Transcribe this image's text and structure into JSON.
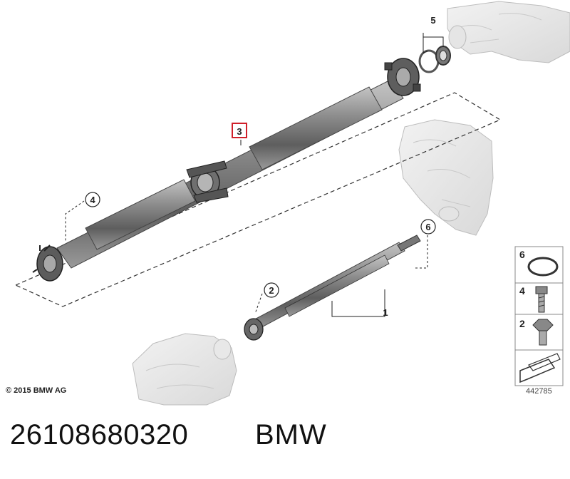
{
  "callouts": {
    "c1": "1",
    "c2": "2",
    "c3": "3",
    "c4": "4",
    "c5": "5",
    "c6": "6"
  },
  "legend": {
    "item_seal": "6",
    "item_bolt": "4",
    "item_nut": "2"
  },
  "copyright": "© 2015 BMW AG",
  "drawing_number": "442785",
  "caption": {
    "part_number": "26108680320",
    "brand": "BMW"
  },
  "colors": {
    "highlight": "#d0202a",
    "shaft": "#8a8a8a",
    "ghost_part": "#e8e8e8"
  }
}
